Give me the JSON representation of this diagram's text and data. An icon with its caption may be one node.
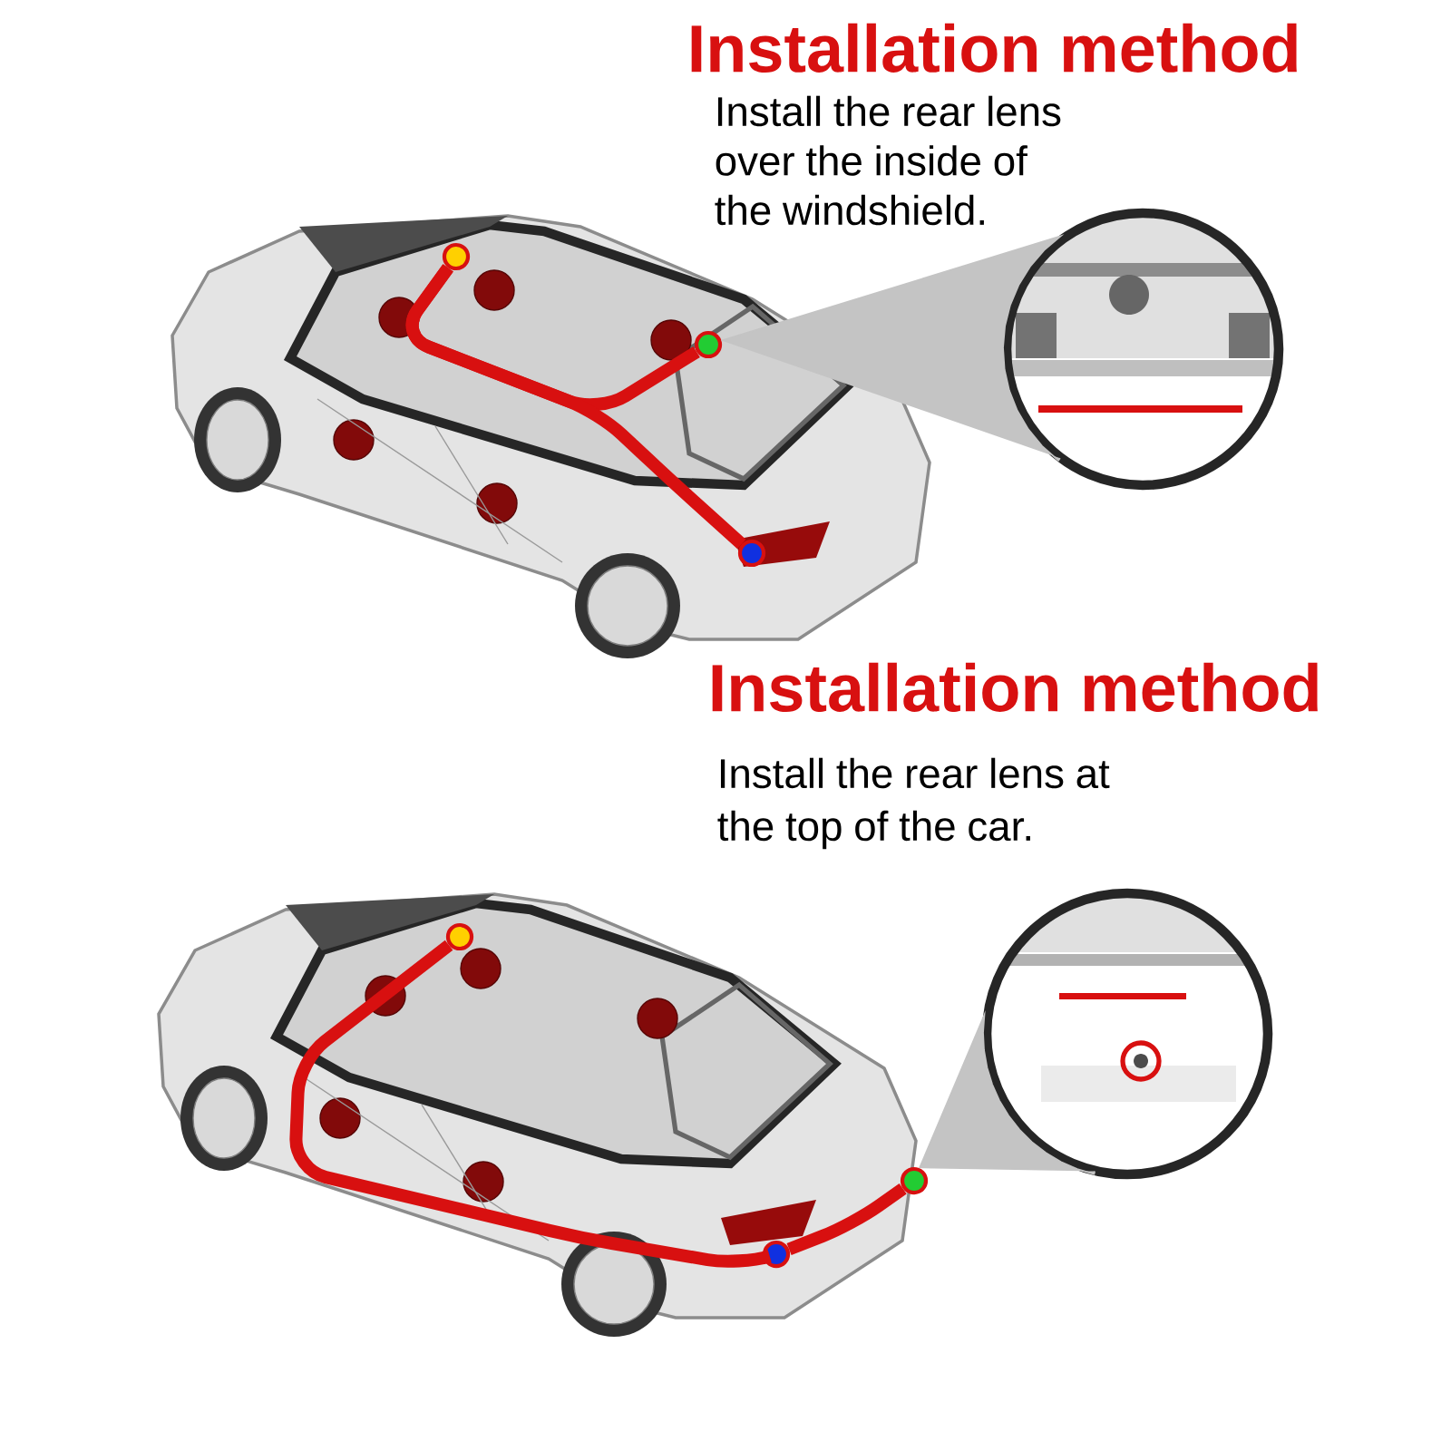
{
  "diagram": {
    "nodes": [
      {
        "text": [],
        "shape": "circle"
      },
      {
        "text": [],
        "shape": "circle"
      },
      {
        "text": [],
        "shape": "circle"
      },
      {
        "text": [],
        "shape": "picture"
      },
      {
        "text": [],
        "shape": "circle"
      },
      {
        "text": [],
        "shape": "circle"
      },
      {
        "text": [],
        "shape": "circle"
      },
      {
        "text": [],
        "shape": "picture"
      }
    ],
    "edges": [
      {
        "from": 0,
        "to": 1,
        "arrow": "none"
      },
      {
        "from": 0,
        "to": 2,
        "arrow": "none"
      },
      {
        "from": 1,
        "to": 3,
        "arrow": "none",
        "color": "#c4c4c4"
      },
      {
        "from": 4,
        "to": 6,
        "arrow": "none"
      },
      {
        "from": 6,
        "to": 5,
        "arrow": "none"
      },
      {
        "from": 5,
        "to": 7,
        "arrow": "none",
        "color": "#c4c4c4"
      }
    ],
    "labels": [
      "Installation method",
      "Install the rear lens over the inside of the windshield.",
      "Installation method",
      "Install the rear lens at the top of the car."
    ]
  }
}
